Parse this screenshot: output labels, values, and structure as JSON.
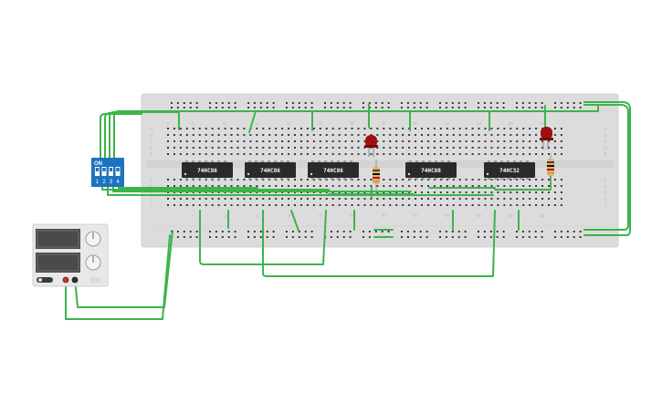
{
  "circuit": {
    "breadboard": {
      "column_numbers": [
        "1",
        "5",
        "10",
        "15",
        "20",
        "25",
        "30",
        "35",
        "40",
        "45",
        "50",
        "55",
        "60"
      ],
      "row_letters_top": [
        "A",
        "B",
        "C",
        "D",
        "E"
      ],
      "row_letters_bottom": [
        "F",
        "G",
        "H",
        "I",
        "J"
      ]
    },
    "chips": [
      {
        "label": "74HC86"
      },
      {
        "label": "74HC86"
      },
      {
        "label": "74HC86"
      },
      {
        "label": "74HC08"
      },
      {
        "label": "74HC32"
      }
    ],
    "dip_switch": {
      "on_label": "ON",
      "numbers": [
        "1",
        "2",
        "3",
        "4"
      ]
    },
    "colors": {
      "breadboard": "#dcdcdc",
      "wire": "#3cb44b",
      "chip": "#2a2a2a",
      "led": "#a01010",
      "dip": "#1e73be",
      "psu": "#e8e8e8"
    }
  }
}
